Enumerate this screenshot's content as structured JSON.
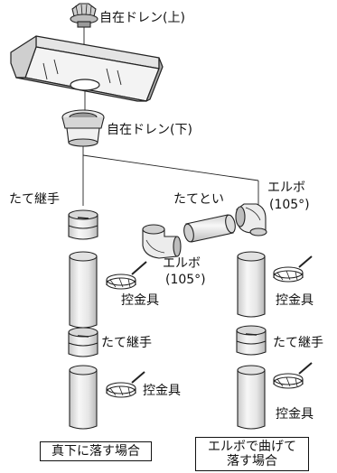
{
  "labels": {
    "drain_upper": "自在ドレン(上)",
    "drain_lower": "自在ドレン(下)",
    "joint_left_top": "たて継手",
    "tatetoi": "たてとい",
    "elbow_right_name": "エルボ",
    "elbow_right_angle": "(105°)",
    "elbow_left_name": "エルボ",
    "elbow_left_angle": "(105°)",
    "bracket_left_mid": "控金具",
    "bracket_right_mid": "控金具",
    "joint_left_bottom": "たて継手",
    "joint_right_bottom": "たて継手",
    "bracket_left_bottom": "控金具",
    "bracket_right_bottom": "控金具"
  },
  "captions": {
    "straight_down": "真下に落す場合",
    "elbow_bend_line1": "エルボで曲げて",
    "elbow_bend_line2": "落す場合"
  },
  "colors": {
    "line": "#222222",
    "fill_light": "#f2f2f2",
    "fill_mid": "#d6d6d6",
    "fill_dark": "#9a9a9a"
  }
}
